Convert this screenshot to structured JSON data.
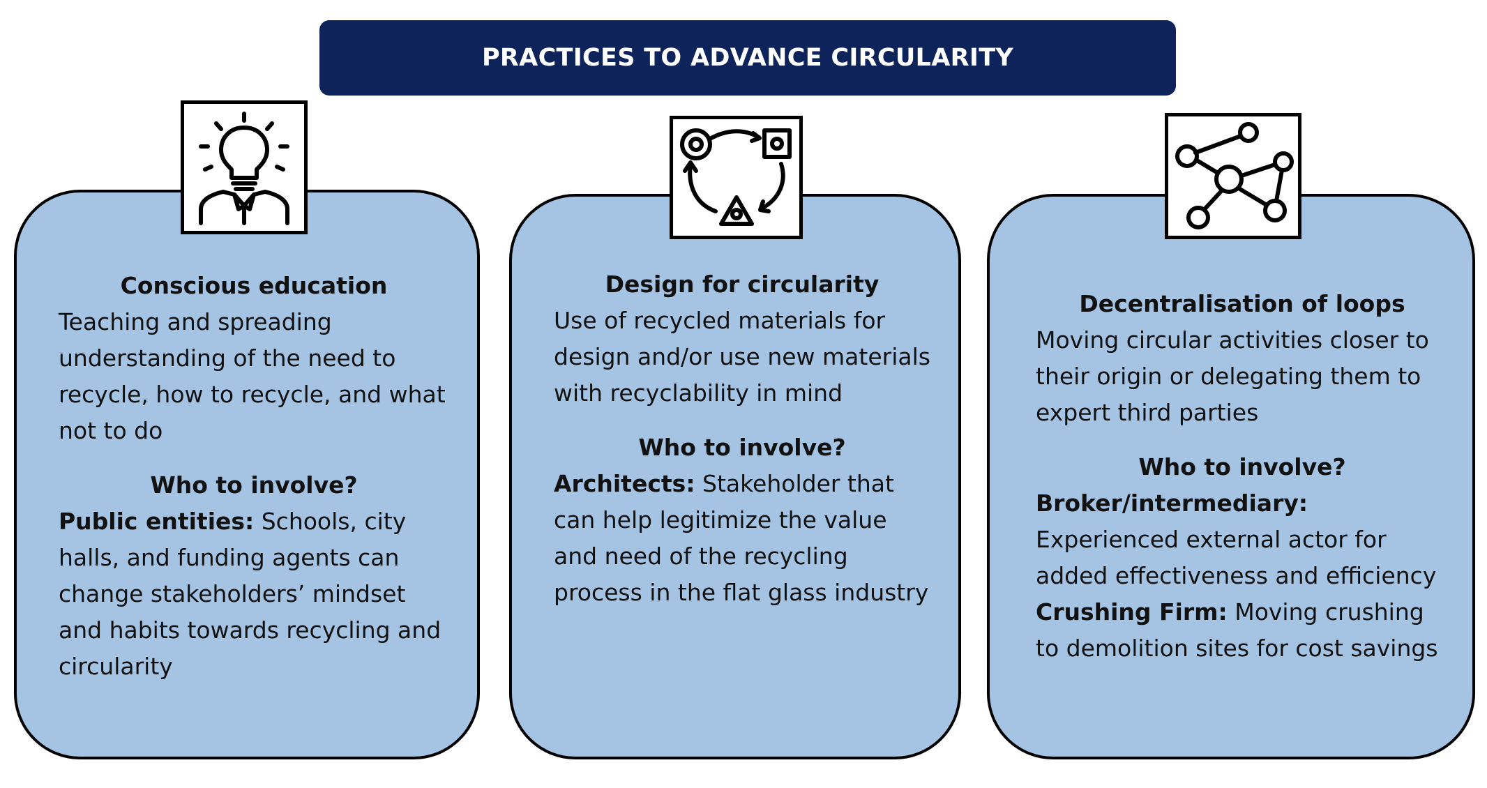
{
  "banner": {
    "title": "PRACTICES TO ADVANCE CIRCULARITY"
  },
  "cards": [
    {
      "icon": "lightbulb-person-icon",
      "heading": "Conscious education",
      "description": "Teaching and spreading understanding of the need to recycle, how to recycle, and what not to do",
      "who_heading": "Who to involve?",
      "involve": [
        {
          "label": "Public entities:",
          "text": " Schools, city halls, and funding agents can change stakeholders’ mindset and habits towards recycling and circularity"
        }
      ]
    },
    {
      "icon": "circular-flow-icon",
      "heading": "Design for circularity",
      "description": "Use of recycled materials for design and/or use new materials with recyclability in mind",
      "who_heading": "Who to involve?",
      "involve": [
        {
          "label": "Architects:",
          "text": " Stakeholder that can help legitimize the value and need of the recycling process in the flat glass industry"
        }
      ]
    },
    {
      "icon": "network-nodes-icon",
      "heading": "Decentralisation of loops",
      "description": "Moving circular activities closer to their origin or delegating them to expert third parties",
      "who_heading": "Who to involve?",
      "involve": [
        {
          "label": "Broker/intermediary:",
          "text": " Experienced external actor for added effectiveness and efficiency"
        },
        {
          "label": "Crushing Firm:",
          "text": " Moving crushing to demolition sites for cost savings"
        }
      ]
    }
  ],
  "colors": {
    "banner": "#0d2359",
    "card_fill": "#a5c3e3",
    "border": "#000000"
  }
}
